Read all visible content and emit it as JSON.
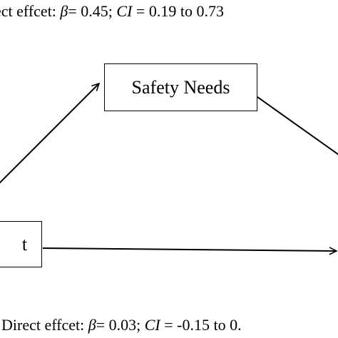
{
  "indirect_effect": {
    "label": "ect effcet: ",
    "beta_symbol": "β",
    "beta_value": "= 0.45; ",
    "ci_symbol": "CI",
    "ci_value": " = 0.19 to 0.73"
  },
  "direct_effect": {
    "label": "Direct effcet:  ",
    "beta_symbol": "β",
    "beta_value": "= 0.03; ",
    "ci_symbol": "CI",
    "ci_value": " = -0.15 to 0."
  },
  "nodes": {
    "mediator": "Safety Needs",
    "predictor_fragment": "t"
  },
  "colors": {
    "stroke": "#000000",
    "background": "#ffffff"
  }
}
